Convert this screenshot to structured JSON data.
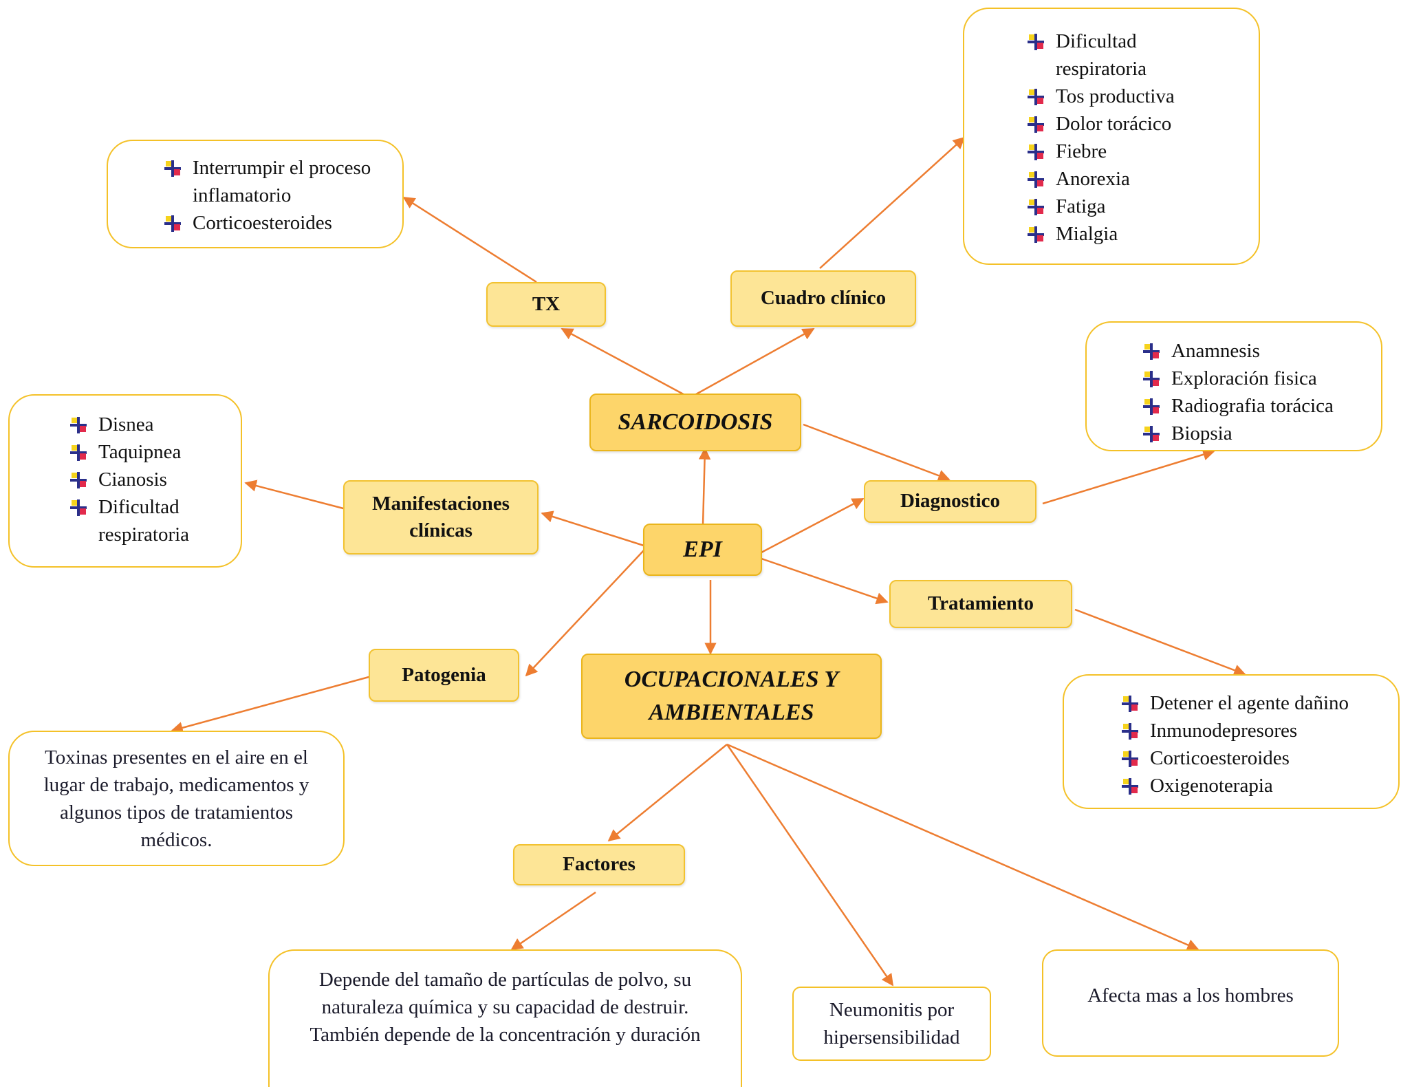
{
  "nodes": {
    "sarcoidosis": "SARCOIDOSIS",
    "epi": "EPI",
    "ocupacionales": [
      "OCUPACIONALES Y",
      "AMBIENTALES"
    ],
    "tx": "TX",
    "cuadro_clinico": "Cuadro clínico",
    "diagnostico": "Diagnostico",
    "manifestaciones": [
      "Manifestaciones",
      "clínicas"
    ],
    "tratamiento": "Tratamiento",
    "patogenia": "Patogenia",
    "factores": "Factores"
  },
  "tx_items": [
    "Interrumpir el proceso inflamatorio",
    "Corticoesteroides"
  ],
  "cuadro_items": [
    "Dificultad respiratoria",
    "Tos productiva",
    "Dolor torácico",
    "Fiebre",
    "Anorexia",
    "Fatiga",
    "Mialgia"
  ],
  "diagnostico_items": [
    "Anamnesis",
    "Exploración fisica",
    "Radiografia torácica",
    "Biopsia"
  ],
  "manifestaciones_items": [
    "Disnea",
    "Taquipnea",
    "Cianosis",
    "Dificultad respiratoria"
  ],
  "tratamiento_items": [
    "Detener el agente dañino",
    "Inmunodepresores",
    "Corticoesteroides",
    "Oxigenoterapia"
  ],
  "patogenia_text": "Toxinas presentes en el aire en el lugar de trabajo, medicamentos y algunos tipos de tratamientos médicos.",
  "factores_text": "Depende del tamaño de partículas de polvo, su naturaleza química y su capacidad de destruir. También depende de la concentración y duración",
  "neumonitis_text": "Neumonitis por hipersensibilidad",
  "hombres_text": "Afecta mas a los hombres",
  "colors": {
    "arrow": "#ed7d31",
    "node_fill": "#fde596",
    "main_fill": "#fdd56a",
    "border": "#f4c128",
    "bullet_blue": "#2a2f8a",
    "bullet_yellow": "#f6d31c",
    "bullet_red": "#e22a4c"
  }
}
